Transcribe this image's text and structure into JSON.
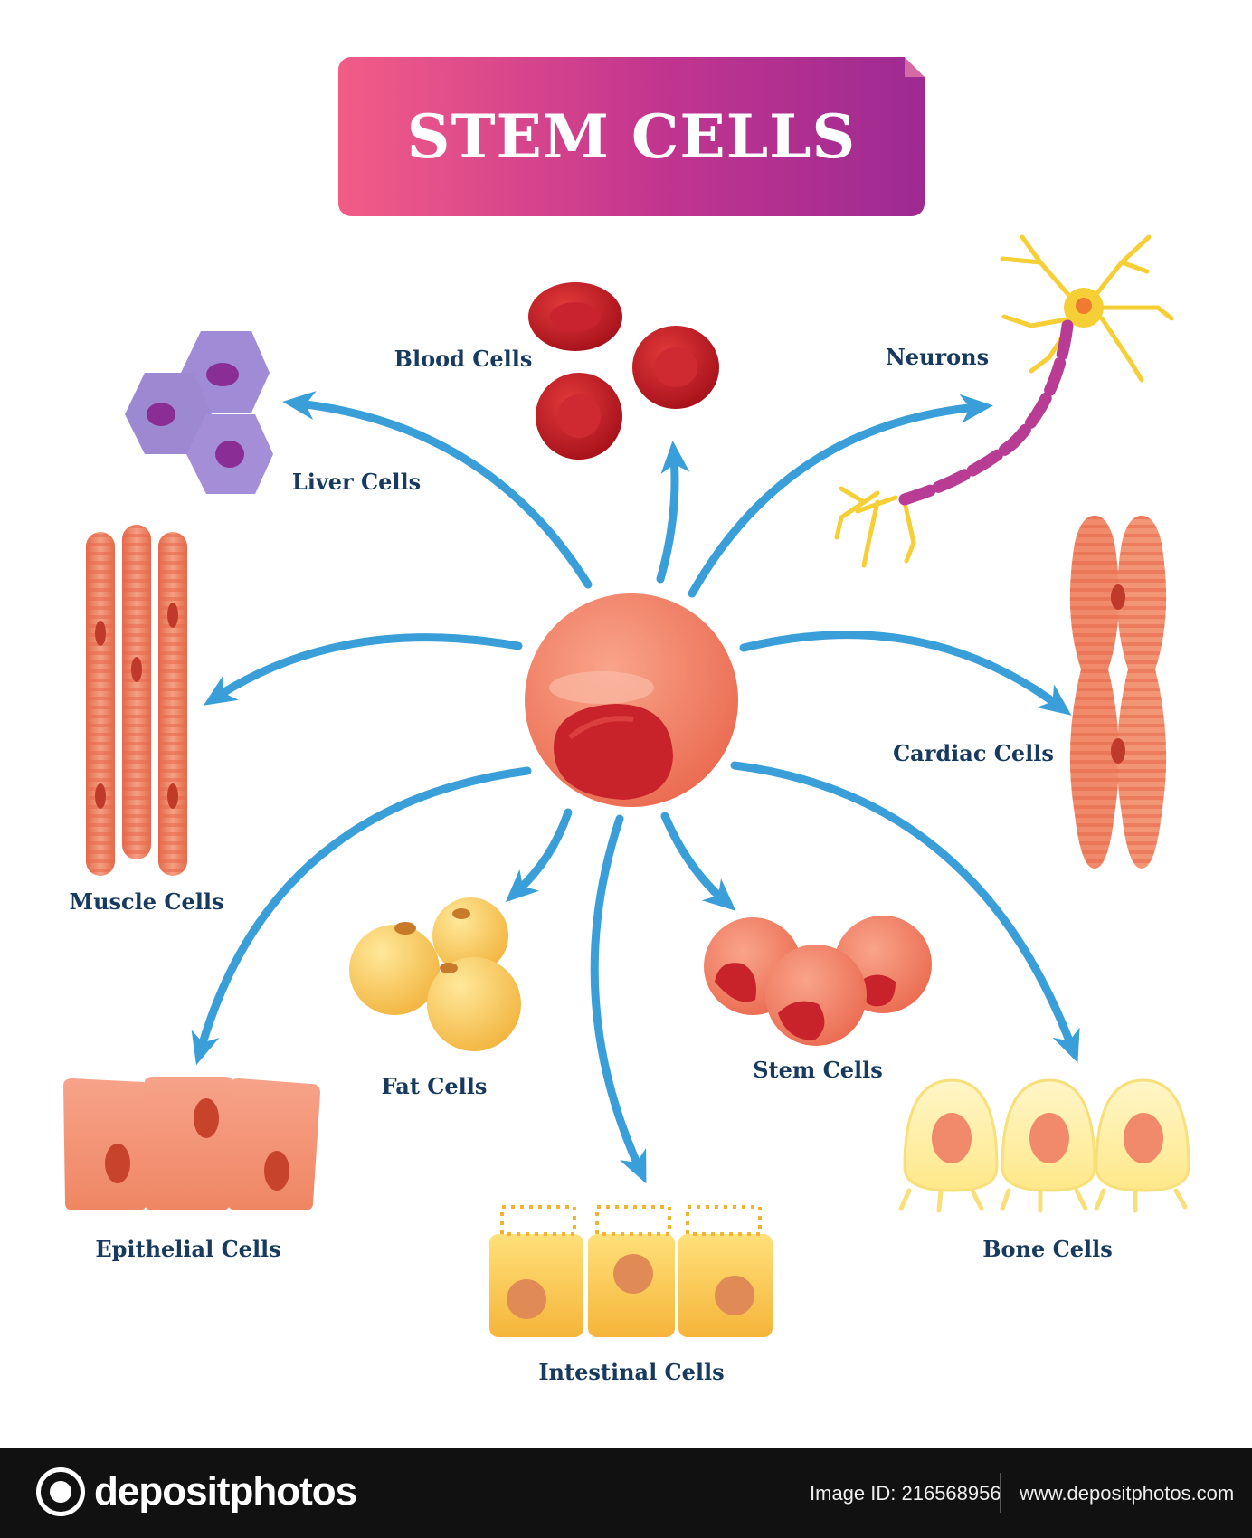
{
  "title": "STEM CELLS",
  "labels": {
    "blood": "Blood Cells",
    "neurons": "Neurons",
    "liver": "Liver Cells",
    "muscle": "Muscle Cells",
    "cardiac": "Cardiac Cells",
    "fat": "Fat Cells",
    "stem": "Stem Cells",
    "epithelial": "Epithelial Cells",
    "bone": "Bone Cells",
    "intestinal": "Intestinal Cells"
  },
  "footer": {
    "logo": "depositphotos",
    "image_id": "Image ID: 216568956",
    "site": "www.depositphotos.com"
  },
  "colors": {
    "arrow": "#3a9fd8",
    "label": "#173a5e",
    "banner_start": "#f25c87",
    "banner_end": "#9d2a92"
  }
}
